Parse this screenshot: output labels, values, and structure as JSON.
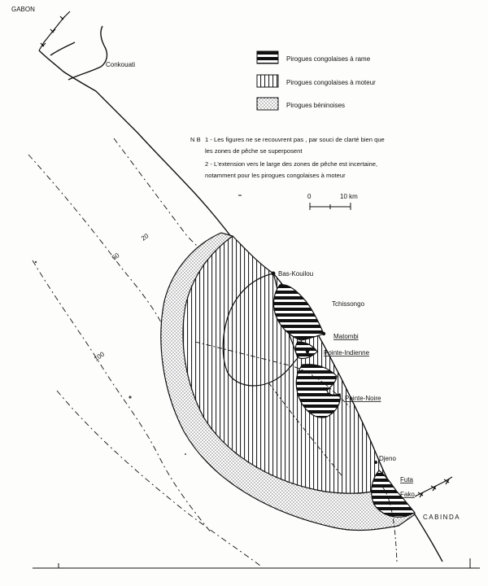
{
  "map": {
    "legend": [
      {
        "id": "rame",
        "label": "Pirogues congolaises à rame",
        "pattern": "horizontal-stripes"
      },
      {
        "id": "moteur",
        "label": "Pirogues congolaises à moteur",
        "pattern": "vertical-stripes"
      },
      {
        "id": "beninoises",
        "label": "Pirogues béninoises",
        "pattern": "dots"
      }
    ],
    "note": {
      "prefix": "N B",
      "line1": "1 - Les figures ne se recouvrent pas , par souci de clarté bien que",
      "line1b": "les zones de pêche se superposent",
      "line2": "2 - L'extension vers le large des zones de pêche est incertaine,",
      "line2b": "notamment pour les pirogues congolaises à moteur"
    },
    "scale": {
      "zero": "0",
      "max": "10 km"
    },
    "places": {
      "gabon": "GABON",
      "conkouati": "Conkouati",
      "bas_kouilou": "Bas-Kouilou",
      "tchissongo": "Tchissongo",
      "matombi": "Matombi",
      "pointe_indienne": "Pointe-Indienne",
      "pointe_noire": "Pointe-Noire",
      "djeno": "Djeno",
      "futa": "Futa",
      "fako": "Fako",
      "cabinda": "CABINDA"
    },
    "depths": {
      "d20": "20",
      "d50": "50",
      "d100": "100"
    }
  }
}
